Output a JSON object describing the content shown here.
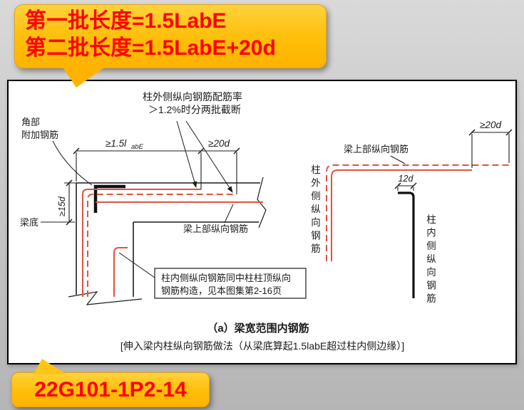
{
  "callout_top": {
    "line1": "第一批长度=1.5LabE",
    "line2": "第二批长度=1.5LabE+20d"
  },
  "callout_bottom": {
    "label": "22G101-1P2-14"
  },
  "diagram": {
    "top_note": {
      "line1": "柱外侧纵向钢筋配筋率",
      "line2": "＞1.2%时分两批截断"
    },
    "corner_label": {
      "line1": "角部",
      "line2": "附加钢筋"
    },
    "dims": {
      "labE_main": "≥1.5l",
      "labE_sub": "abE",
      "d20_left": "≥20d",
      "d15": "≥15d",
      "d20_right": "≥20d",
      "d12": "12d"
    },
    "labels": {
      "beam_bottom": "梁底",
      "beam_top_rebar_left": "梁上部纵向钢筋",
      "beam_top_rebar_right": "梁上部纵向钢筋",
      "col_outer_vertical": "柱外侧纵向钢筋",
      "col_inner_vertical": "柱内侧纵向钢筋"
    },
    "note_box": {
      "line1": "柱内侧纵向钢筋同中柱柱顶纵向",
      "line2": "钢筋构造，见本图集第2-16页"
    },
    "caption_a": "（a）梁宽范围内钢筋",
    "caption_bracket": "[伸入梁内柱纵向钢筋做法（从梁底算起1.5labE超过柱内侧边缘）]"
  },
  "colors": {
    "rebar": "#df5440",
    "ink": "#1c1c1c",
    "callout_bg": "#ffbe08",
    "callout_text": "#ff0000"
  }
}
